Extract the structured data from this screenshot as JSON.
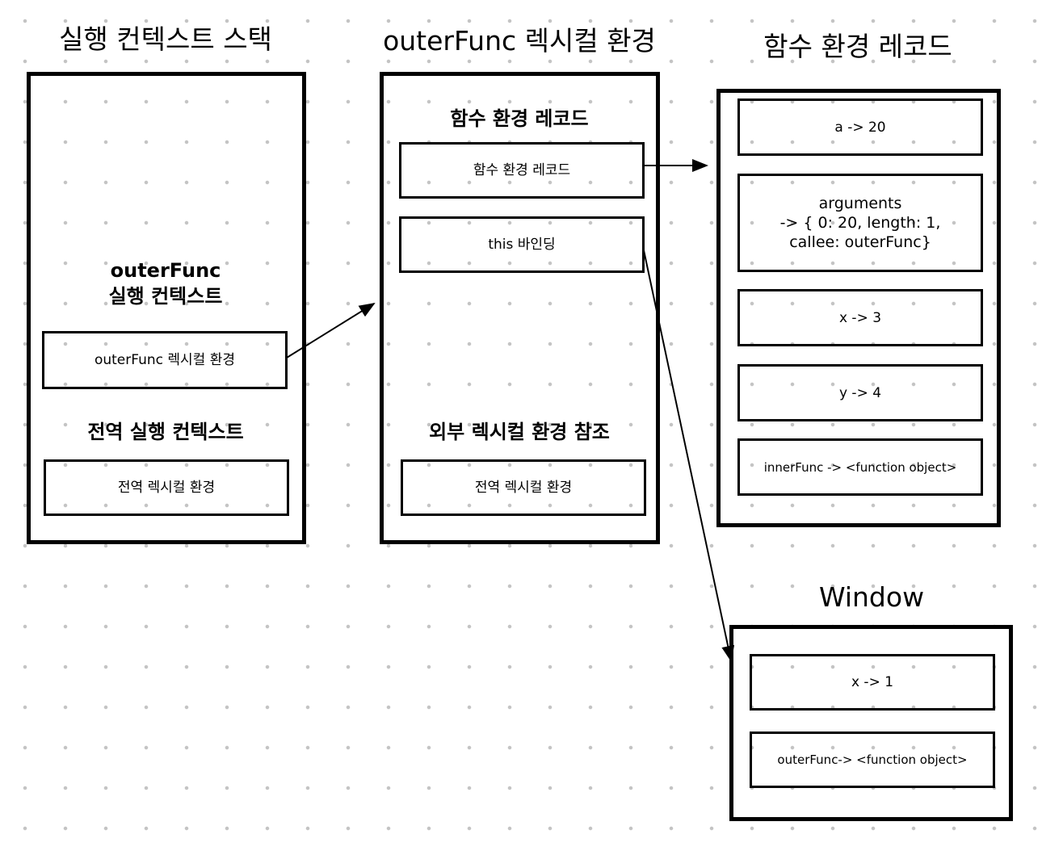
{
  "titles": {
    "stack": "실행 컨텍스트 스택",
    "lexical": "outerFunc 렉시컬 환경",
    "record": "함수 환경 레코드",
    "window": "Window"
  },
  "stack": {
    "outer_label_1": "outerFunc",
    "outer_label_2": "실행 컨텍스트",
    "outer_box": "outerFunc 렉시컬 환경",
    "global_label": "전역 실행 컨텍스트",
    "global_box": "전역 렉시컬 환경"
  },
  "lexical": {
    "record_label": "함수 환경 레코드",
    "record_box": "함수 환경 레코드",
    "this_box": "this 바인딩",
    "outer_label": "외부 렉시컬 환경 참조",
    "outer_box": "전역 렉시컬 환경"
  },
  "record": {
    "items": [
      "a -> 20",
      "arguments\n-> { 0: 20, length: 1,\ncallee: outerFunc}",
      "x -> 3",
      "y -> 4",
      "innerFunc -> <function object>"
    ]
  },
  "window": {
    "items": [
      "x -> 1",
      "outerFunc-> <function object>"
    ]
  }
}
